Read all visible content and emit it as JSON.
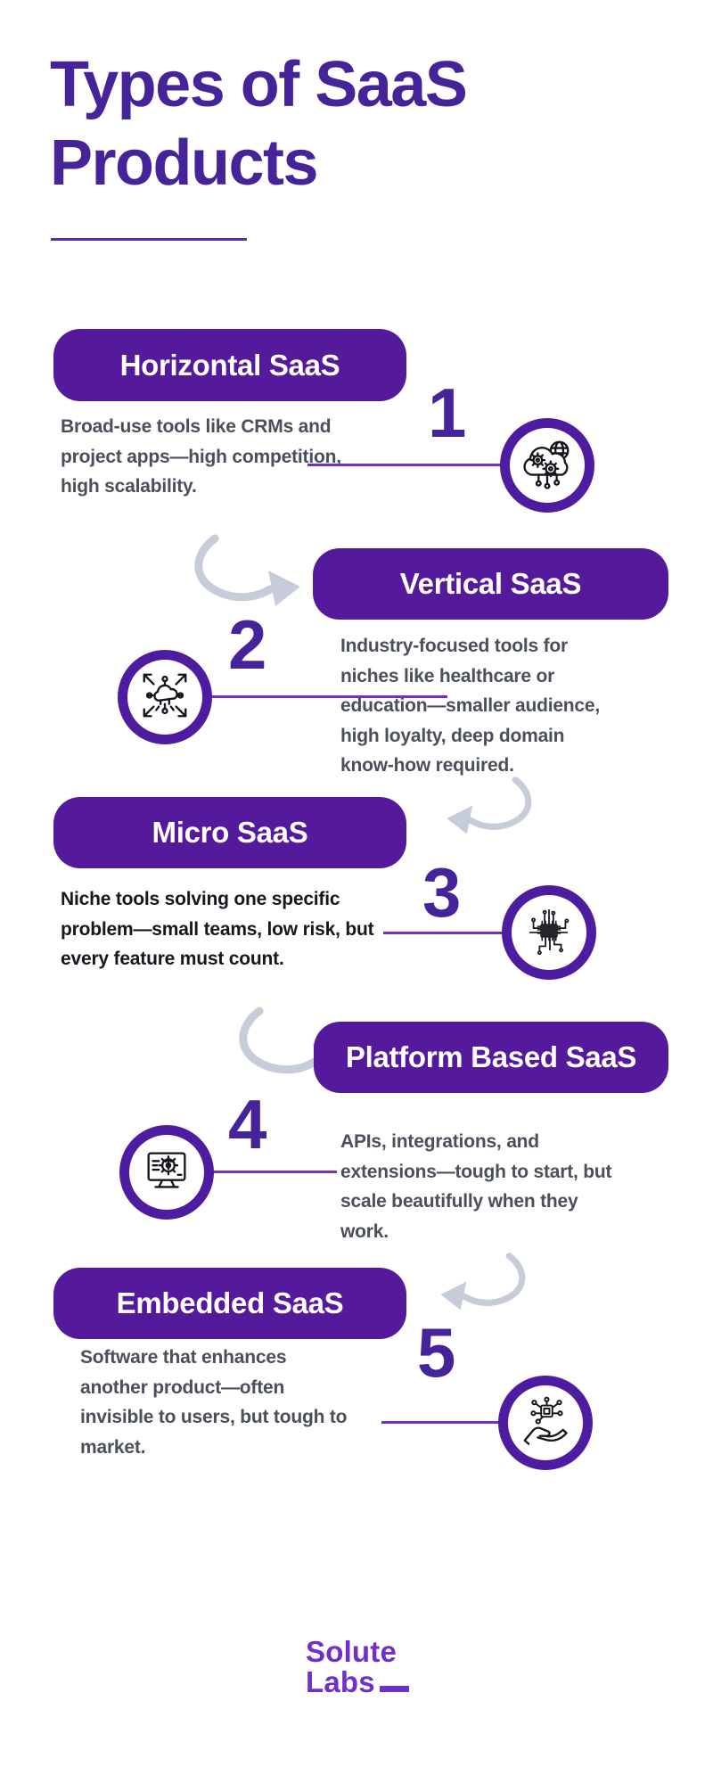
{
  "page": {
    "title_line1": "Types of SaaS",
    "title_line2": "Products"
  },
  "colors": {
    "pill_purple": "#551A9B",
    "title_purple": "#452399",
    "number_purple": "#44239B",
    "ring_purple": "#4E1CA1",
    "connector_purple": "#7131B8",
    "body_gray": "#4A4F5B",
    "body_black": "#17171F",
    "arrow_gray": "#C7CCD9",
    "logo_purple": "#6D30CE",
    "background": "#FFFFFF"
  },
  "sections": [
    {
      "number": "1",
      "title": "Horizontal SaaS",
      "description": "Broad-use tools like CRMs and\nproject apps—high competition,\nhigh scalability.",
      "icon": "cloud-gears-icon",
      "side": "left"
    },
    {
      "number": "2",
      "title": "Vertical SaaS",
      "description": "Industry-focused tools for\nniches like healthcare or\neducation—smaller audience,\nhigh loyalty, deep domain\nknow-how required.",
      "icon": "network-expand-icon",
      "side": "right"
    },
    {
      "number": "3",
      "title": "Micro SaaS",
      "description": "Niche tools solving one specific\nproblem—small teams, low risk, but\nevery feature must count.",
      "icon": "microchip-icon",
      "side": "left"
    },
    {
      "number": "4",
      "title": "Platform Based SaaS",
      "description": "APIs, integrations, and\nextensions—tough to start, but\nscale beautifully when they\nwork.",
      "icon": "monitor-gear-icon",
      "side": "right"
    },
    {
      "number": "5",
      "title": "Embedded SaaS",
      "description": "Software that enhances\nanother product—often\ninvisible to users, but tough to\nmarket.",
      "icon": "hand-chip-icon",
      "side": "left"
    }
  ],
  "footer": {
    "logo_line1": "Solute",
    "logo_line2": "Labs"
  }
}
